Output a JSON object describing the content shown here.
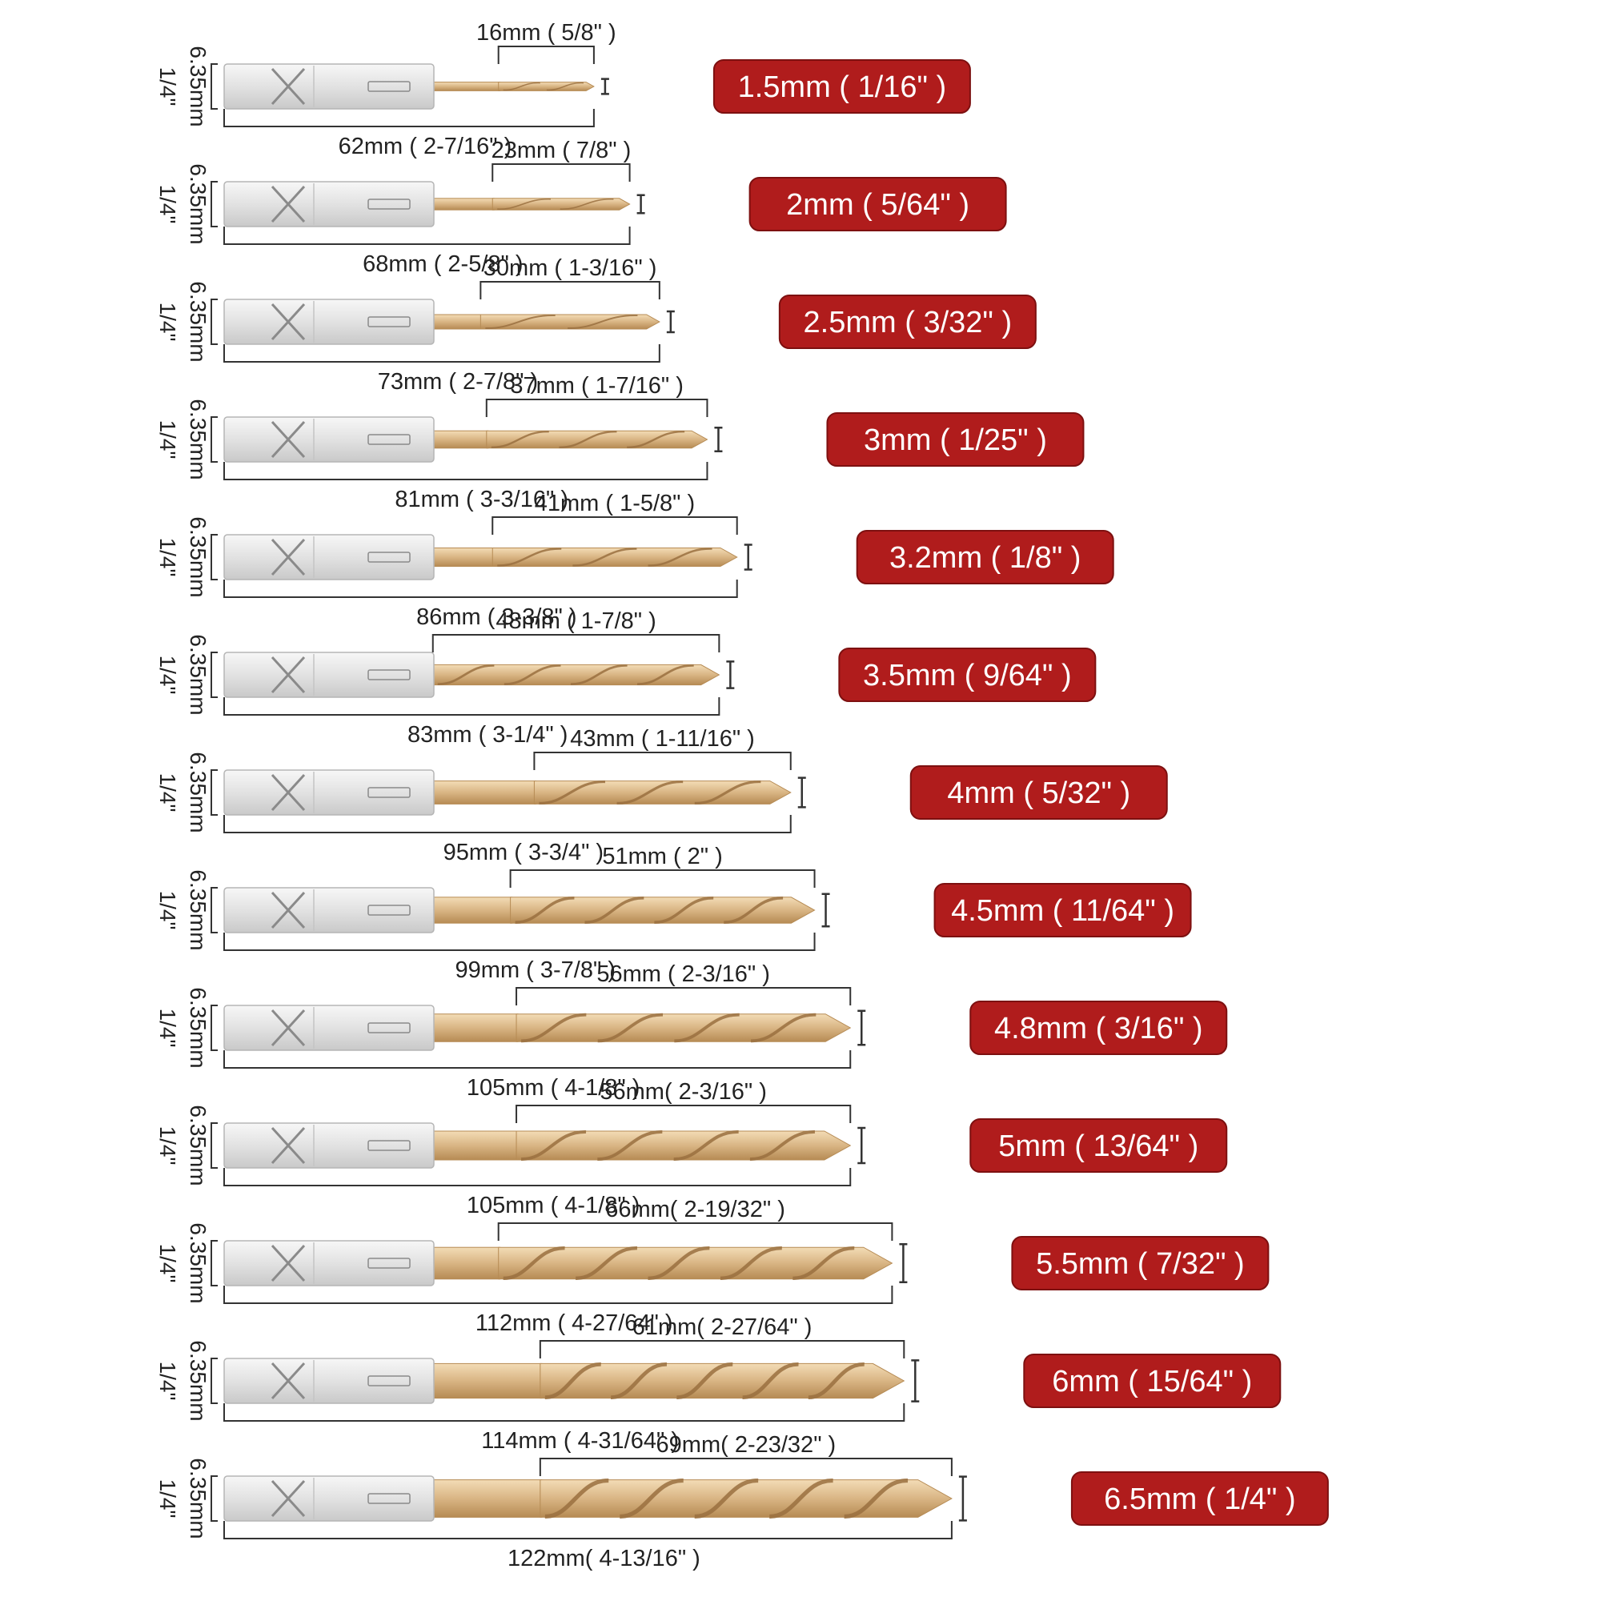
{
  "colors": {
    "badge": "#b01c1c",
    "badge_border": "#7d1010",
    "bit_gold": "#d9b584",
    "bit_gold_dark": "#b68b54",
    "shank_silver": "#e7e7e7",
    "line": "#333333"
  },
  "shank": {
    "mm": "6.35mm",
    "inch": "1/4\""
  },
  "bits": [
    {
      "size": "1.5mm ( 1/16\" )",
      "flute_label": "16mm ( 5/8\" )",
      "total_label": "62mm ( 2-7/16\" )",
      "total_mm": 62,
      "flute_mm": 16,
      "dia_mm": 1.5
    },
    {
      "size": "2mm ( 5/64\" )",
      "flute_label": "23mm ( 7/8\" )",
      "total_label": "68mm ( 2-5/8\" )",
      "total_mm": 68,
      "flute_mm": 23,
      "dia_mm": 2.0
    },
    {
      "size": "2.5mm ( 3/32\" )",
      "flute_label": "30mm ( 1-3/16\" )",
      "total_label": "73mm ( 2-7/8\" )",
      "total_mm": 73,
      "flute_mm": 30,
      "dia_mm": 2.5
    },
    {
      "size": "3mm ( 1/25\" )",
      "flute_label": "37mm ( 1-7/16\" )",
      "total_label": "81mm ( 3-3/16\" )",
      "total_mm": 81,
      "flute_mm": 37,
      "dia_mm": 3.0
    },
    {
      "size": "3.2mm ( 1/8\" )",
      "flute_label": "41mm ( 1-5/8\" )",
      "total_label": "86mm ( 3-3/8\" )",
      "total_mm": 86,
      "flute_mm": 41,
      "dia_mm": 3.2
    },
    {
      "size": "3.5mm ( 9/64\" )",
      "flute_label": "48mm ( 1-7/8\" )",
      "total_label": "83mm ( 3-1/4\" )",
      "total_mm": 83,
      "flute_mm": 48,
      "dia_mm": 3.5
    },
    {
      "size": "4mm ( 5/32\" )",
      "flute_label": "43mm ( 1-11/16\" )",
      "total_label": "95mm ( 3-3/4\" )",
      "total_mm": 95,
      "flute_mm": 43,
      "dia_mm": 4.0
    },
    {
      "size": "4.5mm ( 11/64\" )",
      "flute_label": "51mm ( 2\" )",
      "total_label": "99mm ( 3-7/8\" )",
      "total_mm": 99,
      "flute_mm": 51,
      "dia_mm": 4.5
    },
    {
      "size": "4.8mm ( 3/16\" )",
      "flute_label": "56mm ( 2-3/16\" )",
      "total_label": "105mm ( 4-1/8\" )",
      "total_mm": 105,
      "flute_mm": 56,
      "dia_mm": 4.8
    },
    {
      "size": "5mm ( 13/64\" )",
      "flute_label": "56mm( 2-3/16\" )",
      "total_label": "105mm ( 4-1/8\" )",
      "total_mm": 105,
      "flute_mm": 56,
      "dia_mm": 5.0
    },
    {
      "size": "5.5mm ( 7/32\" )",
      "flute_label": "66mm( 2-19/32\" )",
      "total_label": "112mm ( 4-27/64\" )",
      "total_mm": 112,
      "flute_mm": 66,
      "dia_mm": 5.5
    },
    {
      "size": "6mm ( 15/64\" )",
      "flute_label": "61mm( 2-27/64\" )",
      "total_label": "114mm ( 4-31/64\" )",
      "total_mm": 114,
      "flute_mm": 61,
      "dia_mm": 6.0
    },
    {
      "size": "6.5mm ( 1/4\" )",
      "flute_label": "69mm( 2-23/32\" )",
      "total_label": "122mm( 4-13/16\" )",
      "total_mm": 122,
      "flute_mm": 69,
      "dia_mm": 6.5
    }
  ]
}
